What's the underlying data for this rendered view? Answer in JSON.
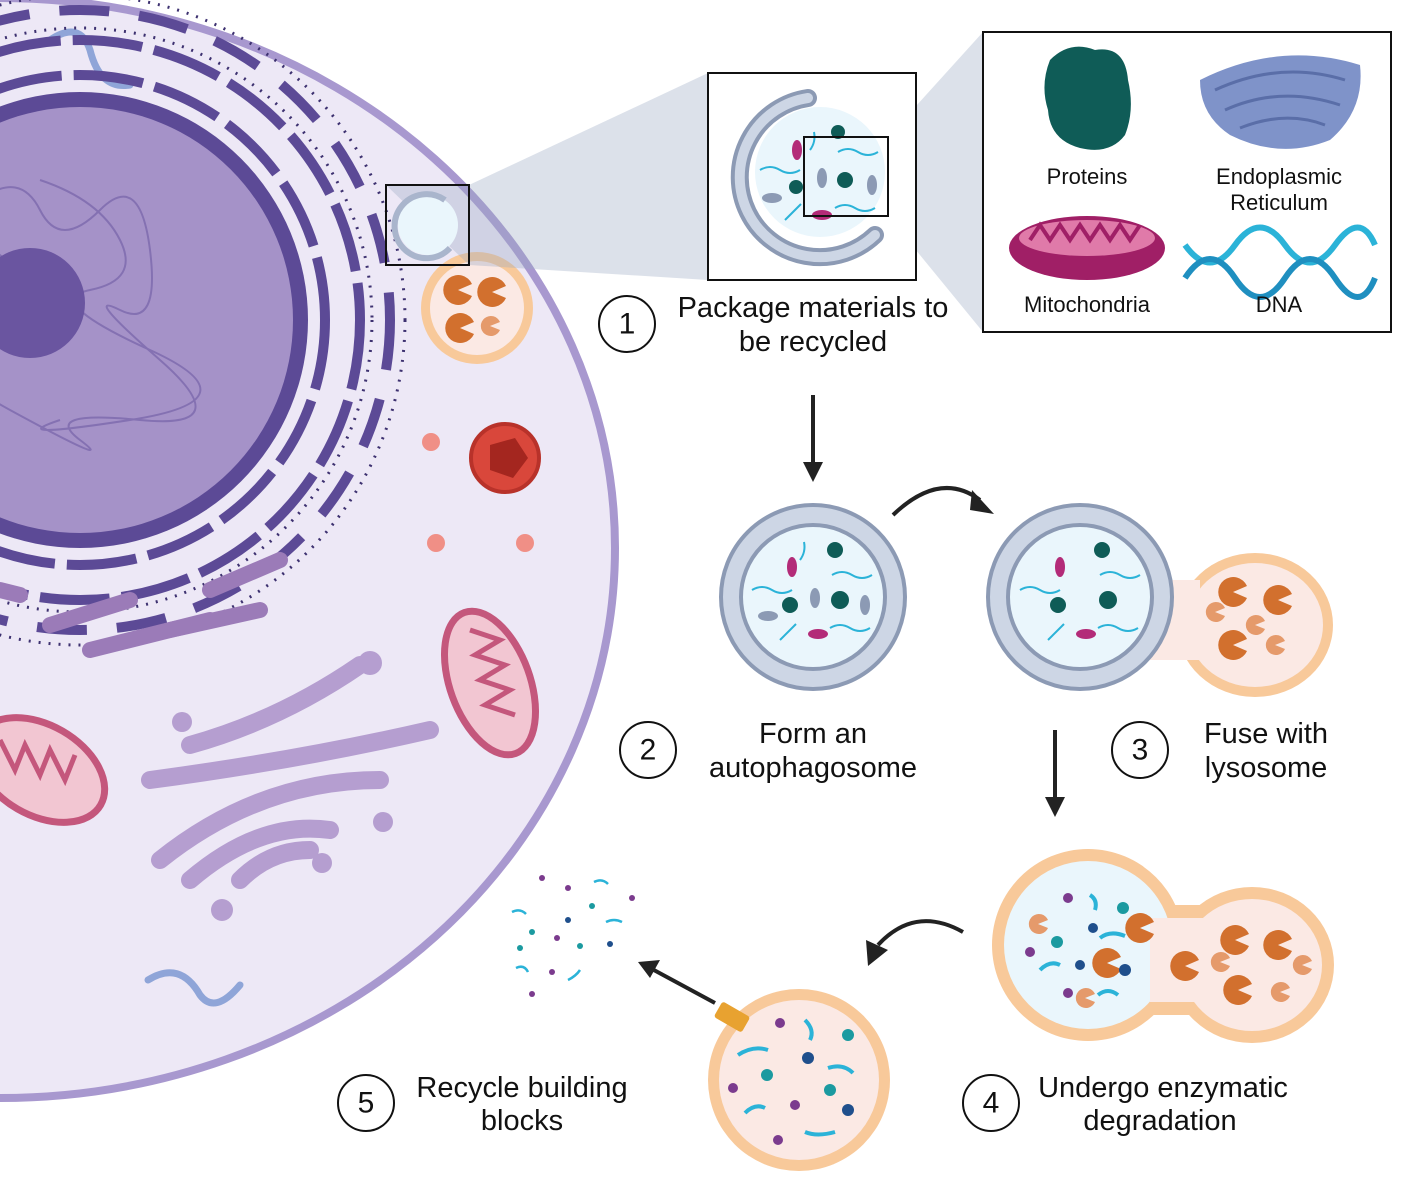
{
  "steps": [
    {
      "number": "1",
      "line1": "Package materials to",
      "line2": "be recycled"
    },
    {
      "number": "2",
      "line1": "Form an",
      "line2": "autophagosome"
    },
    {
      "number": "3",
      "line1": "Fuse with",
      "line2": "lysosome"
    },
    {
      "number": "4",
      "line1": "Undergo enzymatic",
      "line2": "degradation"
    },
    {
      "number": "5",
      "line1": "Recycle building",
      "line2": "blocks"
    }
  ],
  "cargo_legend": {
    "proteins": "Proteins",
    "er_line1": "Endoplasmic",
    "er_line2": "Reticulum",
    "mitochondria": "Mitochondria",
    "dna": "DNA"
  },
  "colors": {
    "cell_fill": "#ede8f6",
    "cell_border": "#a898cf",
    "nucleus": "#6a55a0",
    "lysosome": "#f8c99a",
    "enzyme": "#d2702e",
    "membrane": "#a9b5cc",
    "protein": "#0f5c57",
    "mito": "#b32b78",
    "dna": "#2bb3d8"
  }
}
